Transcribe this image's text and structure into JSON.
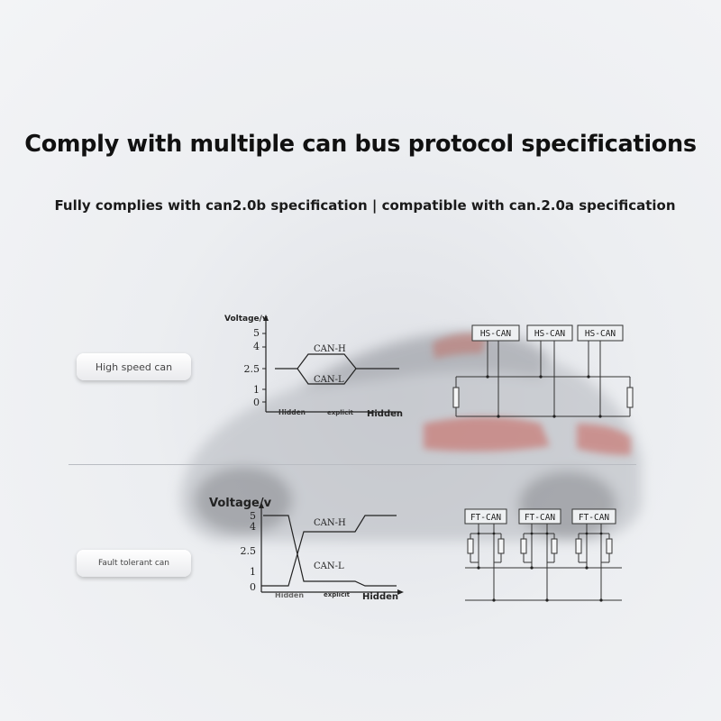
{
  "title": "Comply with multiple can bus protocol specifications",
  "subtitle": "Fully complies with can2.0b specification | compatible with can.2.0a specification",
  "high_speed": {
    "label": "High speed can",
    "axis_title": "Voltage/v",
    "y_ticks": [
      "5",
      "4",
      "2.5",
      "1",
      "0"
    ],
    "signal_high": "CAN-H",
    "signal_low": "CAN-L",
    "x_hidden_1": "Hidden",
    "x_explicit": "explicit",
    "x_hidden_2": "Hidden",
    "nodes": [
      "HS-CAN",
      "HS-CAN",
      "HS-CAN"
    ]
  },
  "fault_tolerant": {
    "label": "Fault tolerant can",
    "axis_title": "Voltage/v",
    "y_ticks": [
      "5",
      "4",
      "2.5",
      "1",
      "0"
    ],
    "signal_high": "CAN-H",
    "signal_low": "CAN-L",
    "x_hidden_1": "Hidden",
    "x_explicit": "explicit",
    "x_hidden_2": "Hidden",
    "nodes": [
      "FT-CAN",
      "FT-CAN",
      "FT-CAN"
    ]
  },
  "colors": {
    "ink": "#222222",
    "title": "#111111",
    "divider": "#b9bcc2"
  },
  "icons": [
    "car-silhouette"
  ]
}
